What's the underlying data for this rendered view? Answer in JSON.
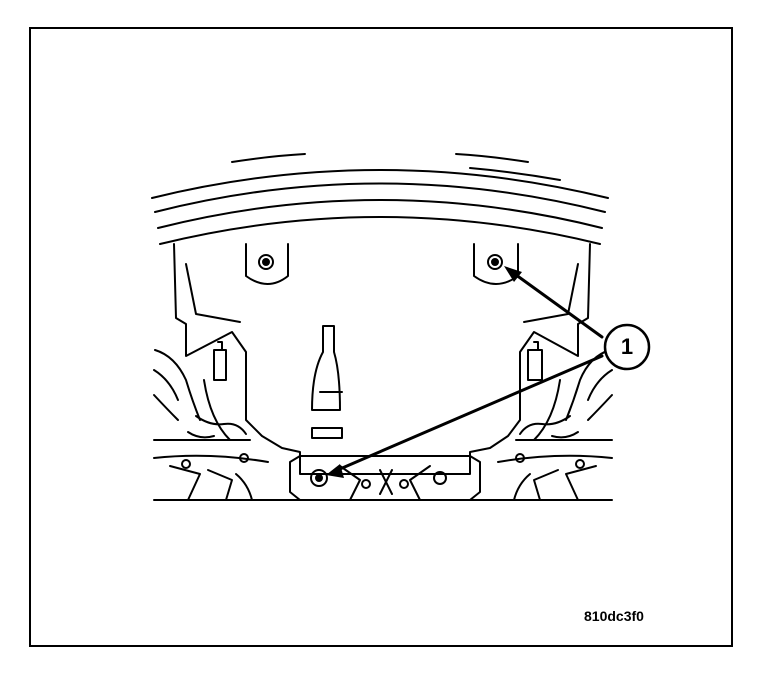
{
  "callout": {
    "number": "1"
  },
  "figure": {
    "code": "810dc3f0"
  },
  "colors": {
    "line": "#000000",
    "background": "#ffffff"
  },
  "icons": [
    "callout-circle",
    "leader-arrow"
  ]
}
